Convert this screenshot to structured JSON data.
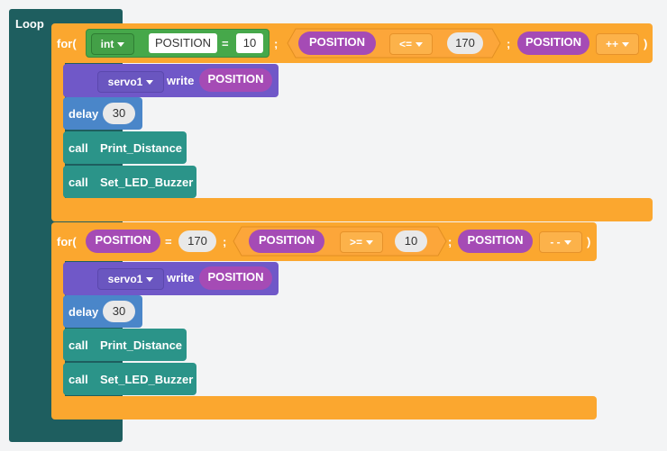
{
  "loop": {
    "label": "Loop"
  },
  "loop1": {
    "for_label": "for(",
    "type": "int",
    "var": "POSITION",
    "eq": "=",
    "start": "10",
    "sep": ";",
    "cond_var": "POSITION",
    "cond_op": "<=",
    "cond_value": "170",
    "inc_var": "POSITION",
    "inc_op": "++",
    "close": ")",
    "servo": {
      "name": "servo1",
      "write": "write",
      "value": "POSITION"
    },
    "delay": {
      "label": "delay",
      "value": "30"
    },
    "call1": {
      "label": "call",
      "name": "Print_Distance"
    },
    "call2": {
      "label": "call",
      "name": "Set_LED_Buzzer"
    }
  },
  "loop2": {
    "for_label": "for(",
    "var": "POSITION",
    "eq": "=",
    "start": "170",
    "sep": ";",
    "cond_var": "POSITION",
    "cond_op": ">=",
    "cond_value": "10",
    "inc_var": "POSITION",
    "inc_op": "- -",
    "close": ")",
    "servo": {
      "name": "servo1",
      "write": "write",
      "value": "POSITION"
    },
    "delay": {
      "label": "delay",
      "value": "30"
    },
    "call1": {
      "label": "call",
      "name": "Print_Distance"
    },
    "call2": {
      "label": "call",
      "name": "Set_LED_Buzzer"
    }
  },
  "colors": {
    "loop": "#1e5e5f",
    "for": "#fba72f",
    "variable": "#a54bb5",
    "servo": "#7058c8",
    "delay": "#4a86c9",
    "call": "#2b9489",
    "type": "#46a84a"
  }
}
